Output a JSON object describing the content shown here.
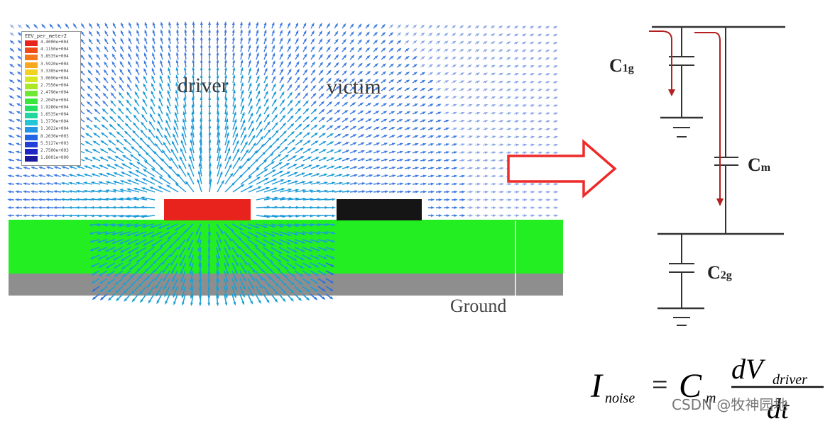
{
  "field_plot": {
    "legend": {
      "title": "EEV_per_meter2",
      "entries": [
        {
          "value": "4.4000e+004",
          "color": "#e8231e"
        },
        {
          "value": "4.1150e+004",
          "color": "#f04a18"
        },
        {
          "value": "3.8535e+004",
          "color": "#f7781a"
        },
        {
          "value": "3.5920e+004",
          "color": "#fba61f"
        },
        {
          "value": "3.3305e+004",
          "color": "#f3d21f"
        },
        {
          "value": "3.0690e+004",
          "color": "#d8e820"
        },
        {
          "value": "2.7550e+004",
          "color": "#a8e826"
        },
        {
          "value": "2.4790e+004",
          "color": "#6ee832"
        },
        {
          "value": "2.2045e+004",
          "color": "#37e83a"
        },
        {
          "value": "1.9280e+004",
          "color": "#22e060"
        },
        {
          "value": "1.6535e+004",
          "color": "#22d6a0"
        },
        {
          "value": "1.3770e+004",
          "color": "#22c6d6"
        },
        {
          "value": "1.1022e+004",
          "color": "#2296e4"
        },
        {
          "value": "8.2630e+003",
          "color": "#2266e4"
        },
        {
          "value": "5.5127e+003",
          "color": "#2240d8"
        },
        {
          "value": "2.7500e+003",
          "color": "#1f24c4"
        },
        {
          "value": "1.6001e+000",
          "color": "#1a1a9a"
        }
      ]
    },
    "driver_label": "driver",
    "victim_label": "victim",
    "ground_label": "Ground",
    "colors": {
      "driver": "#e8221c",
      "victim": "#151515",
      "dielectric": "#22ee22",
      "ground_plane": "#8e8e8e",
      "arrow": "#2f6fd6"
    }
  },
  "arrow_icon": "outlined-right-arrow",
  "circuit": {
    "c1g": {
      "base": "C",
      "sub": "1g"
    },
    "cm": {
      "base": "C",
      "sub": "m"
    },
    "c2g": {
      "base": "C",
      "sub": "2g"
    },
    "current_color": "#b22020"
  },
  "formula": {
    "lhs": "I",
    "lhs_sub": "noise",
    "eq": "=",
    "coef": "C",
    "coef_sub": "m",
    "num": "dV",
    "num_sub": "driver",
    "den": "dt"
  },
  "watermark": "CSDN @牧神园地"
}
